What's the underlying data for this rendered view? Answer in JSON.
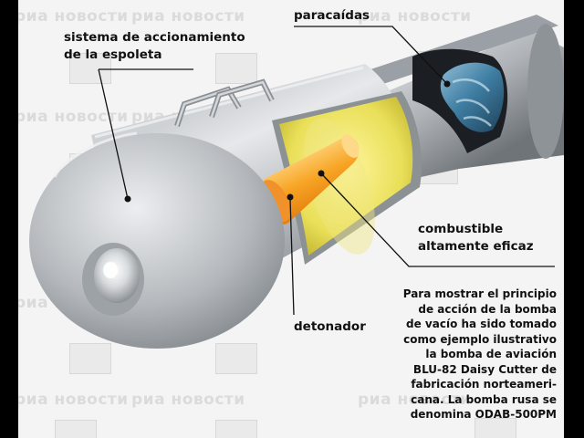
{
  "labels": {
    "fuse_system": "sistema de accionamiento\nde la espoleta",
    "parachute": "paracaídas",
    "fuel": "combustible\naltamente eficaz",
    "detonator": "detonador"
  },
  "description": "Para mostrar el principio\nde acción de la bomba\nde vacío ha sido tomado\ncomo ejemplo ilustrativo\nla bomba de aviación\nBLU-82 Daisy Cutter de\nfabricación norteameri-\ncana. La bomba rusa se\ndenomina ODAB-500PM",
  "watermark": {
    "text": "риа новости"
  },
  "colors": {
    "canvas": "#f4f4f4",
    "frame": "#000000",
    "casing": "#b9bcbf",
    "fuel_chamber": "#e8df5a",
    "detonator": "#f4a21c",
    "parachute": "#4a86a8"
  }
}
